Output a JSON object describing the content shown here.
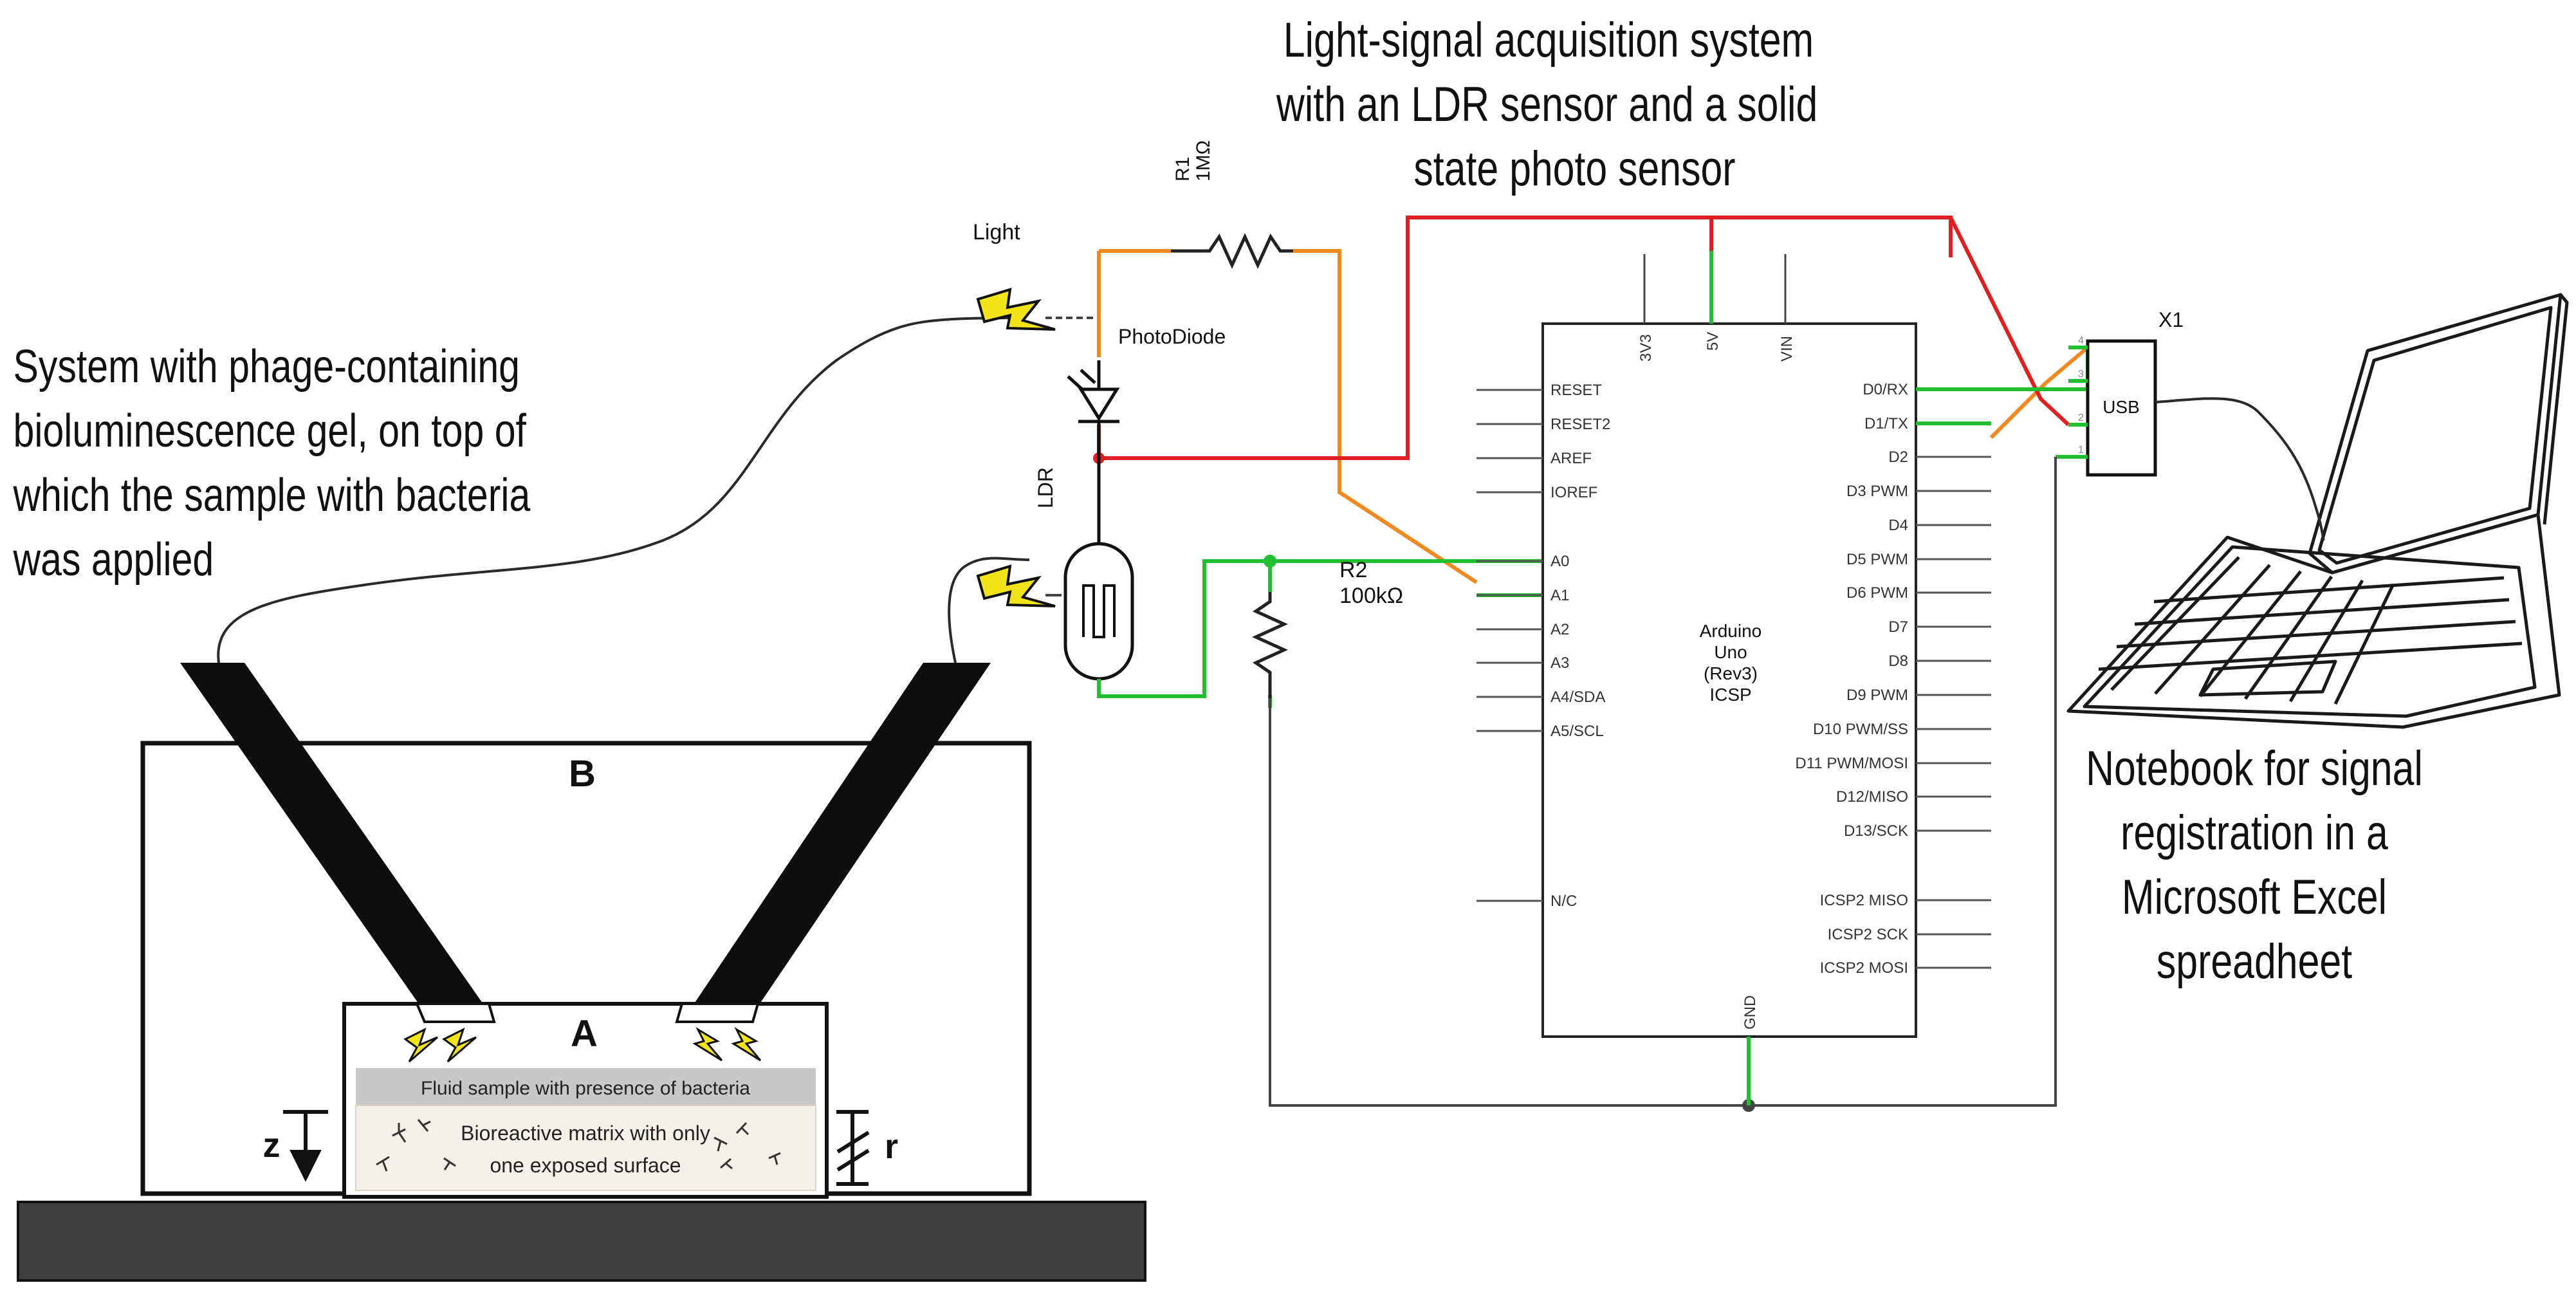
{
  "titles": {
    "acquisition": [
      "Light-signal acquisition system",
      "with an LDR sensor and a solid",
      "state photo sensor"
    ],
    "gel_system": [
      "System with phage-containing",
      "bioluminescence gel, on top of",
      "which the sample with bacteria",
      "was applied"
    ],
    "notebook": [
      "Notebook for signal",
      "registration in a",
      "Microsoft Excel",
      "spreadheet"
    ]
  },
  "setup": {
    "label_a": "A",
    "label_b": "B",
    "fluid_sample": "Fluid sample with presence of bacteria",
    "matrix": [
      "Bioreactive matrix with only",
      "one exposed surface"
    ],
    "label_z": "z",
    "label_r": "r"
  },
  "components": {
    "light": "Light",
    "photodiode": "PhotoDiode",
    "ldr": "LDR",
    "r1_name": "R1",
    "r1_value": "1MΩ",
    "r2_name": "R2",
    "r2_value": "100kΩ",
    "usb": "USB",
    "x1": "X1"
  },
  "arduino": {
    "title": [
      "Arduino",
      "Uno",
      "(Rev3)",
      "ICSP"
    ],
    "top_pins": [
      "3V3",
      "5V",
      "VIN"
    ],
    "left_pins": [
      "RESET",
      "RESET2",
      "AREF",
      "IOREF",
      "A0",
      "A1",
      "A2",
      "A3",
      "A4/SDA",
      "A5/SCL",
      "N/C"
    ],
    "right_pins": [
      "D0/RX",
      "D1/TX",
      "D2",
      "D3 PWM",
      "D4",
      "D5 PWM",
      "D6 PWM",
      "D7",
      "D8",
      "D9 PWM",
      "D10 PWM/SS",
      "D11 PWM/MOSI",
      "D12/MISO",
      "D13/SCK",
      "ICSP2 MISO",
      "ICSP2 SCK",
      "ICSP2 MOSI"
    ],
    "bottom_pin": "GND"
  },
  "usb_pins": [
    "4",
    "3",
    "2",
    "1"
  ],
  "colors": {
    "wire_red": "#e02020",
    "wire_green": "#22c030",
    "wire_orange": "#f08a20",
    "bolt_yellow": "#f2e418",
    "base_gray": "#3e3e3e",
    "fluid_gray": "#c8c8c8",
    "matrix_bg": "#f3f1ea"
  }
}
